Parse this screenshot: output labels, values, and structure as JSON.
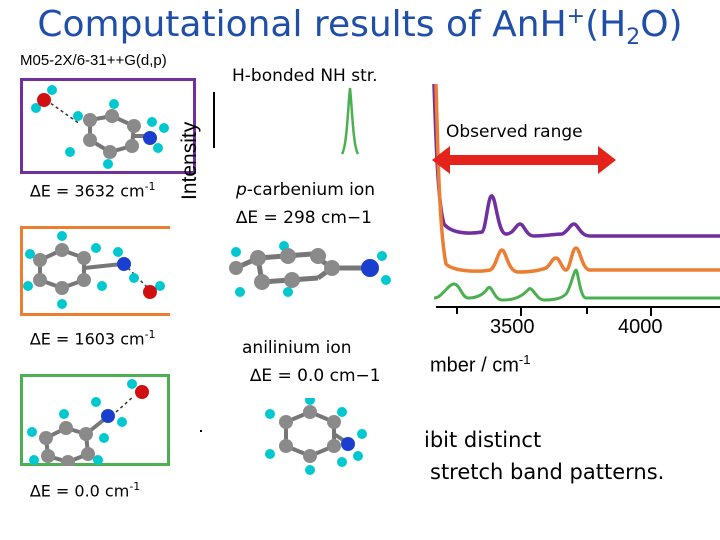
{
  "title": {
    "main": "Computational results of AnH",
    "sup": "+",
    "paren_open": "(H",
    "sub": "2",
    "paren_close": "O)"
  },
  "method": "M05-2X/6-31++G(d,p)",
  "isomers": [
    {
      "energy": "∆E = 3632 cm",
      "exp": "-1",
      "color": "#7030a0"
    },
    {
      "energy": "∆E = 1603 cm",
      "exp": "-1",
      "color": "#ed7d31"
    },
    {
      "energy": "∆E = 0.0 cm",
      "exp": "-1",
      "color": "#4caf50"
    }
  ],
  "spectrum_label": "H-bonded NH str.",
  "intensity_label": "Intensity",
  "observed_range": "Observed range",
  "xaxis": {
    "label": "mber / cm",
    "exp": "-1",
    "ticks": [
      "3500",
      "4000"
    ]
  },
  "ions": [
    {
      "name_italic": "p",
      "name": "-carbenium ion",
      "energy": "∆E = 298 cm−1"
    },
    {
      "name": "anilinium ion",
      "energy": "∆E = 0.0 cm−1"
    }
  ],
  "conclusion": {
    "line1": "ibit distinct",
    "line2": "stretch band patterns."
  },
  "colors": {
    "title": "#1f4fa8",
    "purple": "#7030a0",
    "orange": "#ed7d31",
    "green": "#4caf50",
    "arrow": "#e3231c"
  }
}
